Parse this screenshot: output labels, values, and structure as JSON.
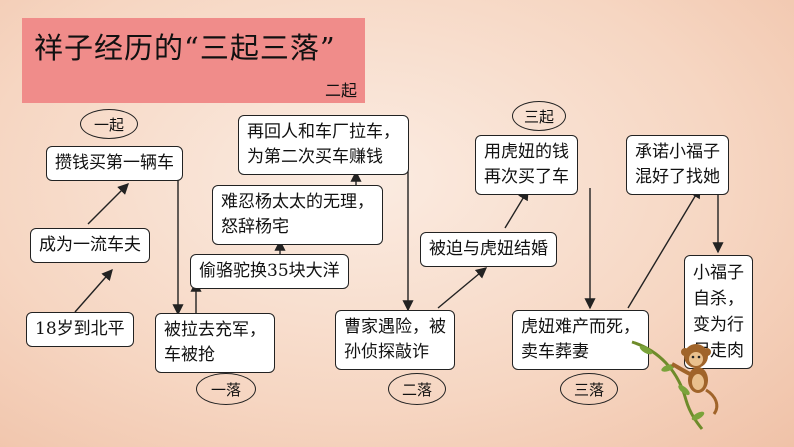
{
  "title": {
    "main": "祥子经历的“三起三落”",
    "sub": "二起"
  },
  "stages": {
    "first_rise": "一起",
    "third_rise": "三起",
    "first_fall": "一落",
    "second_fall": "二落",
    "third_fall": "三落"
  },
  "boxes": {
    "arrive_peking": "18岁到北平",
    "first_class_puller": "成为一流车夫",
    "buy_first_car": "攒钱买第一辆车",
    "drafted_line1": "被拉去充军，",
    "drafted_line2": "车被抢",
    "camel_trade": "偷骆驼换35块大洋",
    "resign_yang_line1": "难忍杨太太的无理，",
    "resign_yang_line2": "怒辞杨宅",
    "rent_again_line1": "再回人和车厂拉车，",
    "rent_again_line2": "为第二次买车赚钱",
    "cao_danger_line1": "曹家遇险，被",
    "cao_danger_line2": "孙侦探敲诈",
    "forced_marriage": "被迫与虎妞结婚",
    "huniu_money_line1": "用虎妞的钱",
    "huniu_money_line2": "再次买了车",
    "huniu_death_line1": "虎妞难产而死，",
    "huniu_death_line2": "卖车葬妻",
    "promise_line1": "承诺小福子",
    "promise_line2": "混好了找她",
    "suicide_line1": "小福子",
    "suicide_line2": "自杀，",
    "suicide_line3": "变为行",
    "suicide_line4": "尸走肉"
  }
}
